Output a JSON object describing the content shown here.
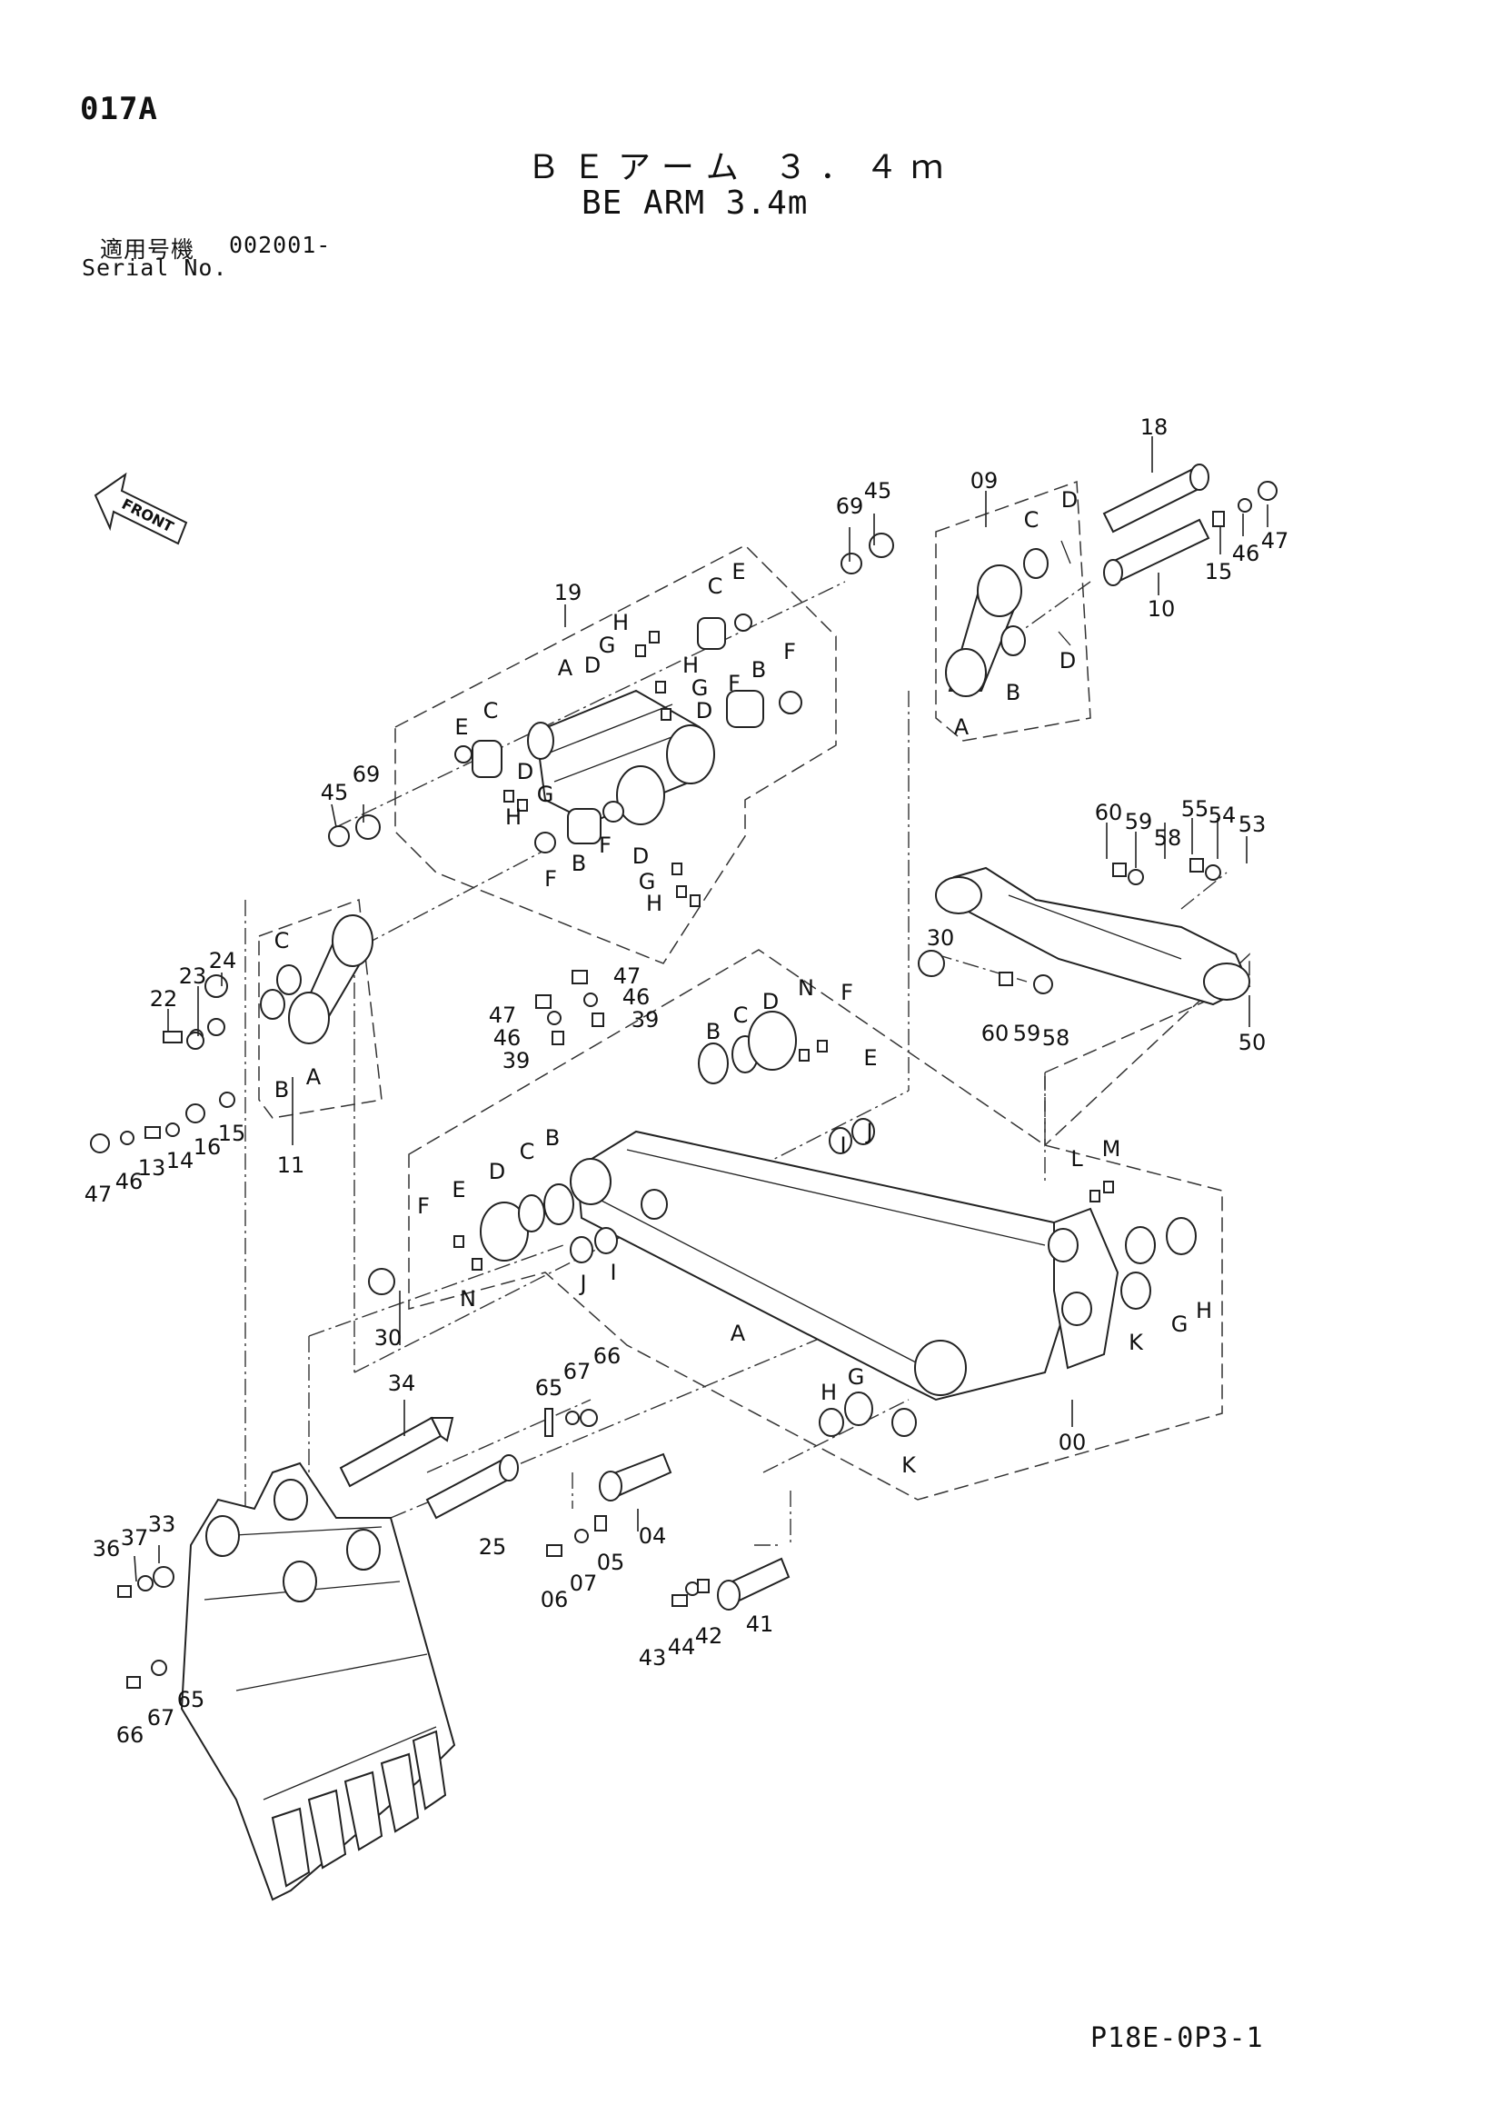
{
  "header": {
    "page_code": "017A",
    "title_jp": "ＢＥアーム ３．４ｍ",
    "title_en": "BE ARM 3.4m",
    "serial_label_jp": "適用号機",
    "serial_number": "002001-",
    "serial_label_en": "Serial No."
  },
  "footer": {
    "drawing_code": "P18E-0P3-1"
  },
  "front_arrow": {
    "label": "FRONT"
  },
  "labels": {
    "n18": "18",
    "n45a": "45",
    "n69a": "69",
    "n09": "09",
    "n47a": "47",
    "n46a": "46",
    "n15a": "15",
    "n10": "10",
    "n19": "19",
    "n45b": "45",
    "n69b": "69",
    "n60a": "60",
    "n59a": "59",
    "n58a": "58",
    "n55": "55",
    "n54": "54",
    "n53": "53",
    "n30a": "30",
    "n60b": "60",
    "n59b": "59",
    "n58b": "58",
    "n50": "50",
    "n24": "24",
    "n23": "23",
    "n22": "22",
    "n47b": "47",
    "n46b": "46",
    "n39a": "39",
    "n47c": "47",
    "n46c": "46",
    "n39b": "39",
    "n47d": "47",
    "n46d": "46",
    "n13": "13",
    "n14": "14",
    "n16": "16",
    "n15b": "15",
    "n11": "11",
    "n30b": "30",
    "n34": "34",
    "n65a": "65",
    "n67a": "67",
    "n66a": "66",
    "n25": "25",
    "n00": "00",
    "n36": "36",
    "n37": "37",
    "n33": "33",
    "n04": "04",
    "n06": "06",
    "n07": "07",
    "n05": "05",
    "n43": "43",
    "n44": "44",
    "n42": "42",
    "n41": "41",
    "n66b": "66",
    "n67b": "67",
    "n65b": "65",
    "l19_C1": "C",
    "l19_E1": "E",
    "l19_H1": "H",
    "l19_G1": "G",
    "l19_D1": "D",
    "l19_A": "A",
    "l19_H2": "H",
    "l19_G2": "G",
    "l19_D2": "D",
    "l19_F1": "F",
    "l19_B1": "B",
    "l19_F2": "F",
    "l19_E2": "E",
    "l19_C2": "C",
    "l19_D3": "D",
    "l19_G3": "G",
    "l19_H3": "H",
    "l19_F3": "F",
    "l19_B2": "B",
    "l19_F4": "F",
    "l19_D4": "D",
    "l19_G4": "G",
    "l19_H4": "H",
    "l09_C": "C",
    "l09_D1": "D",
    "l09_D2": "D",
    "l09_B": "B",
    "l09_A": "A",
    "l11_C": "C",
    "l11_B": "B",
    "l11_A": "A",
    "l00_N1": "N",
    "l00_F1": "F",
    "l00_E1": "E",
    "l00_D1": "D",
    "l00_C1": "C",
    "l00_B1": "B",
    "l00_I1": "I",
    "l00_J1": "J",
    "l00_F2": "F",
    "l00_E2": "E",
    "l00_D2": "D",
    "l00_C2": "C",
    "l00_B2": "B",
    "l00_N2": "N",
    "l00_J2": "J",
    "l00_I2": "I",
    "l00_A": "A",
    "l00_L": "L",
    "l00_M": "M",
    "l00_G1": "G",
    "l00_H1": "H",
    "l00_K1": "K",
    "l00_G2": "G",
    "l00_H2": "H",
    "l00_K2": "K"
  }
}
